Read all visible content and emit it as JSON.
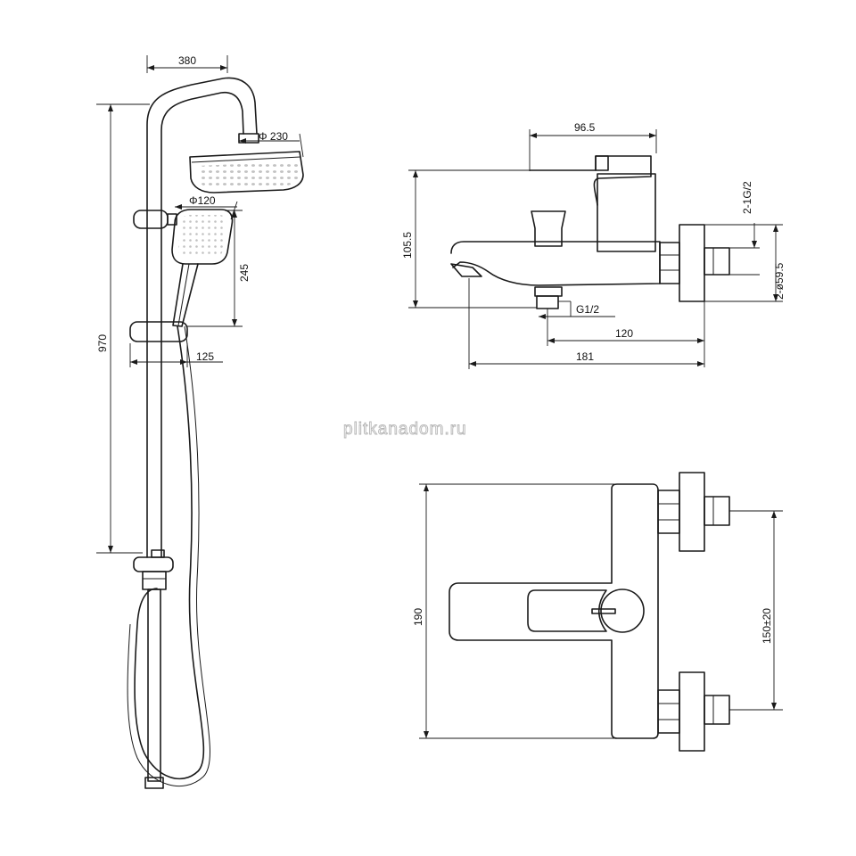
{
  "watermark": "plitkanadom.ru",
  "shower_dims": {
    "top_width": "380",
    "total_height": "970",
    "rain_head": "Φ 230",
    "hand_head": "Φ120",
    "hand_height": "245",
    "slider_width": "125"
  },
  "side_dims": {
    "top_width": "96.5",
    "height": "105.5",
    "thread_right": "2-1G/2",
    "flange": "2-ø59.5",
    "outlet_thread": "G1/2",
    "spout_offset": "120",
    "overall_width": "181"
  },
  "top_dims": {
    "depth": "190",
    "center_distance": "150±20"
  }
}
